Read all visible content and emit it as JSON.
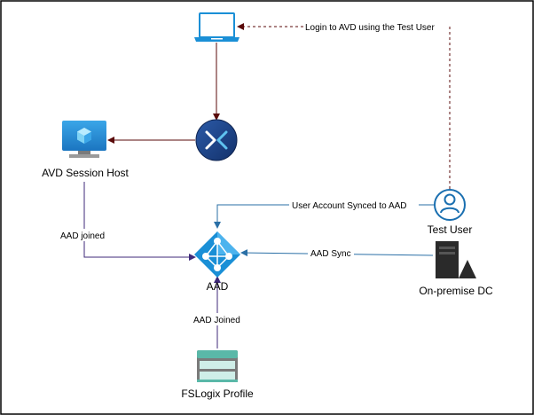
{
  "nodes": {
    "laptop": {
      "label": ""
    },
    "rdp": {
      "label": ""
    },
    "session_host": {
      "label": "AVD Session Host"
    },
    "aad": {
      "label": "AAD"
    },
    "test_user": {
      "label": "Test User"
    },
    "dc": {
      "label": "On-premise DC"
    },
    "fslogix": {
      "label": "FSLogix Profile"
    }
  },
  "edges": {
    "login": {
      "label": "Login to AVD using the Test User"
    },
    "aad_joined_host": {
      "label": "AAD joined"
    },
    "user_synced": {
      "label": "User Account Synced to AAD"
    },
    "aad_sync": {
      "label": "AAD Sync"
    },
    "aad_joined_fslogix": {
      "label": "AAD Joined"
    }
  },
  "colors": {
    "border": "#000000",
    "dark_red": "#5a0a0a",
    "blue_line": "#2a6fa6",
    "purple_line": "#3f2a7a",
    "azure_blue": "#1a8fd6",
    "navy": "#1a3a6e",
    "teal": "#7ac4b8"
  }
}
